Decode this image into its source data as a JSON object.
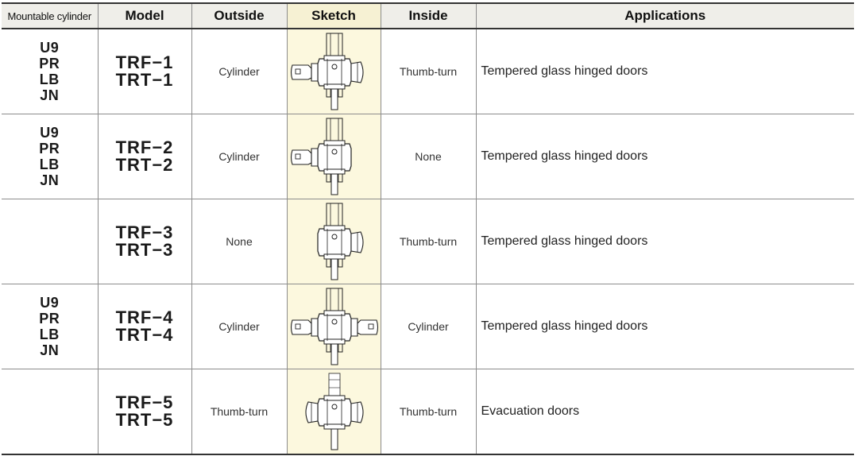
{
  "table": {
    "headers": [
      "Mountable cylinder",
      "Model",
      "Outside",
      "Sketch",
      "Inside",
      "Applications"
    ],
    "rows": [
      {
        "cylinders": [
          "U9",
          "PR",
          "LB",
          "JN"
        ],
        "models": [
          "TRF−1",
          "TRT−1"
        ],
        "outside": "Cylinder",
        "inside": "Thumb-turn",
        "application": "Tempered glass hinged doors",
        "sketch": "cylinder-outside-thumbturn-inside"
      },
      {
        "cylinders": [
          "U9",
          "PR",
          "LB",
          "JN"
        ],
        "models": [
          "TRF−2",
          "TRT−2"
        ],
        "outside": "Cylinder",
        "inside": "None",
        "application": "Tempered glass hinged doors",
        "sketch": "cylinder-outside-none-inside"
      },
      {
        "cylinders": [],
        "models": [
          "TRF−3",
          "TRT−3"
        ],
        "outside": "None",
        "inside": "Thumb-turn",
        "application": "Tempered glass hinged doors",
        "sketch": "none-outside-thumbturn-inside"
      },
      {
        "cylinders": [
          "U9",
          "PR",
          "LB",
          "JN"
        ],
        "models": [
          "TRF−4",
          "TRT−4"
        ],
        "outside": "Cylinder",
        "inside": "Cylinder",
        "application": "Tempered glass hinged doors",
        "sketch": "cylinder-both-sides"
      },
      {
        "cylinders": [],
        "models": [
          "TRF−5",
          "TRT−5"
        ],
        "outside": "Thumb-turn",
        "inside": "Thumb-turn",
        "application": "Evacuation doors",
        "sketch": "thumbturn-both-sides"
      }
    ]
  },
  "colors": {
    "header_bg": "#efeee9",
    "sketch_bg": "#fcf8de",
    "border": "#8c8c8c",
    "text": "#1a1a1a"
  }
}
